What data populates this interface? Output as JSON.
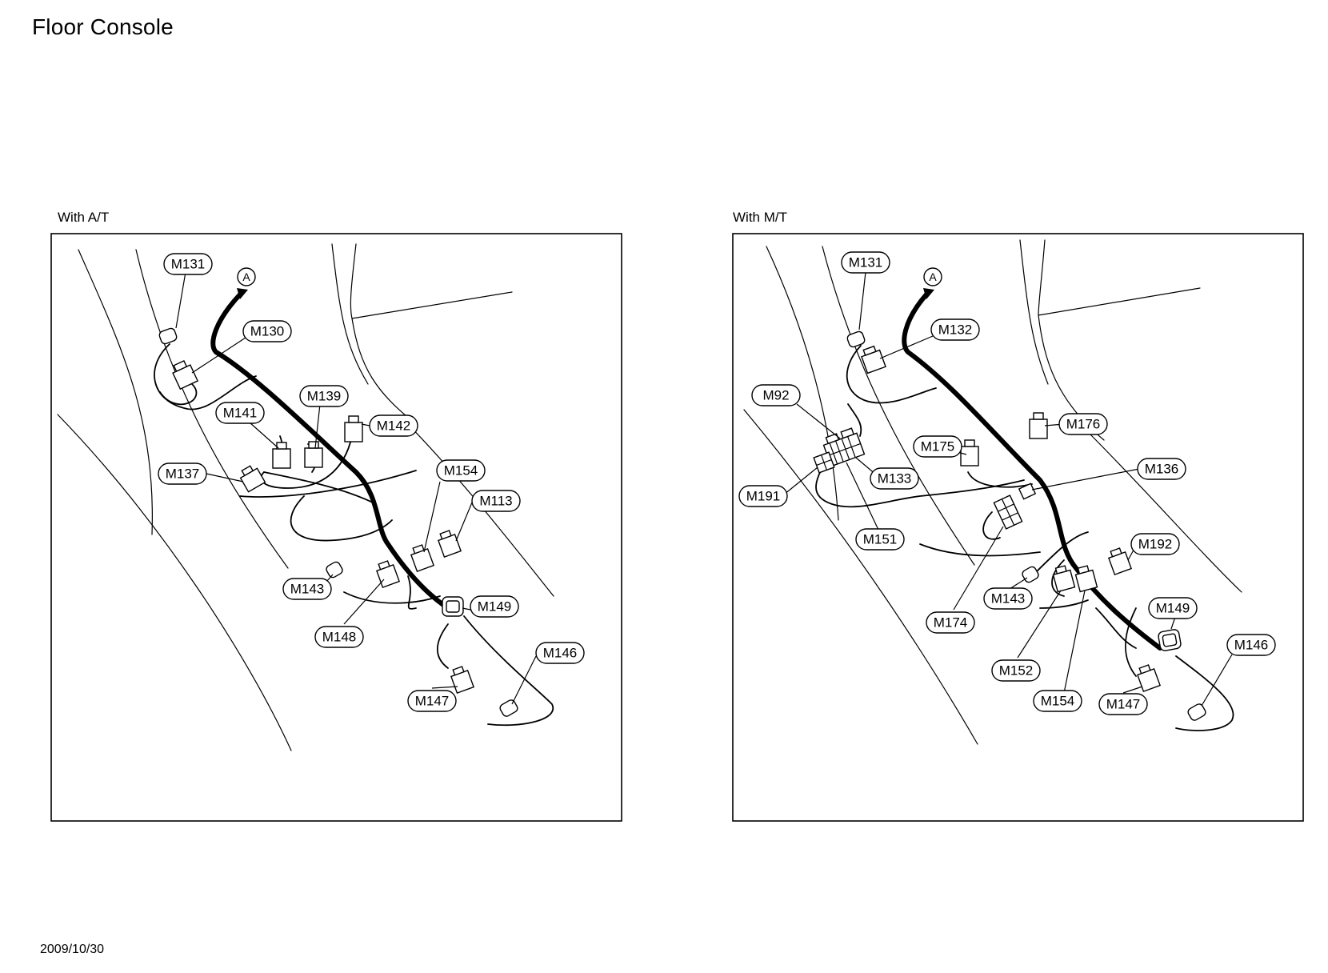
{
  "title": "Floor Console",
  "footer_date": "2009/10/30",
  "panels": [
    {
      "label": "With A/T",
      "ref_marker": "A",
      "connectors": [
        "M131",
        "M130",
        "M139",
        "M141",
        "M142",
        "M137",
        "M154",
        "M113",
        "M143",
        "M148",
        "M149",
        "M146",
        "M147"
      ]
    },
    {
      "label": "With M/T",
      "ref_marker": "A",
      "connectors": [
        "M131",
        "M132",
        "M92",
        "M176",
        "M175",
        "M191",
        "M133",
        "M136",
        "M151",
        "M192",
        "M143",
        "M174",
        "M149",
        "M146",
        "M152",
        "M154",
        "M147"
      ]
    }
  ]
}
